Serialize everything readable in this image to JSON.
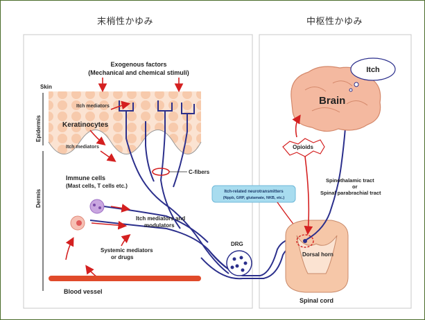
{
  "sections": {
    "peripheral_title": "末梢性かゆみ",
    "central_title": "中枢性かゆみ"
  },
  "labels": {
    "exogenous_title": "Exogenous factors",
    "exogenous_sub": "(Mechanical and chemical stimuli)",
    "skin": "Skin",
    "epidermis": "Epidermis",
    "dermis": "Dermis",
    "itch_mediators_top": "Itch mediators",
    "keratinocytes": "Keratinocytes",
    "itch_mediators_mid": "Itch mediators",
    "immune_cells": "Immune cells",
    "immune_cells_sub": "(Mast cells, T cells etc.)",
    "c_fibers": "C-fibers",
    "itch_mediators_mod_1": "Itch mediators and",
    "itch_mediators_mod_2": "modulators",
    "systemic_1": "Systemic mediators",
    "systemic_2": "or drugs",
    "blood_vessel": "Blood vessel",
    "drg": "DRG",
    "neurotransmitters_1": "Itch-related neurotransmitters",
    "neurotransmitters_2": "(Nppb, GRP, glutamate, NKB, etc.)",
    "dorsal_horn": "Dorsal horn",
    "spinal_cord": "Spinal cord",
    "opioids": "Opioids",
    "brain": "Brain",
    "itch": "Itch",
    "tract_1": "Spinothalamic tract",
    "tract_2": "or",
    "tract_3": "Spinal parabrachial tract"
  },
  "colors": {
    "nerve": "#2b2f8c",
    "arrow": "#d42020",
    "skin_cell": "#f6c7a8",
    "skin_bg": "#fbe3d2",
    "brain": "#f4b9a0",
    "highlight_box": "#a8dcef",
    "frame": "#4a6b2a"
  }
}
